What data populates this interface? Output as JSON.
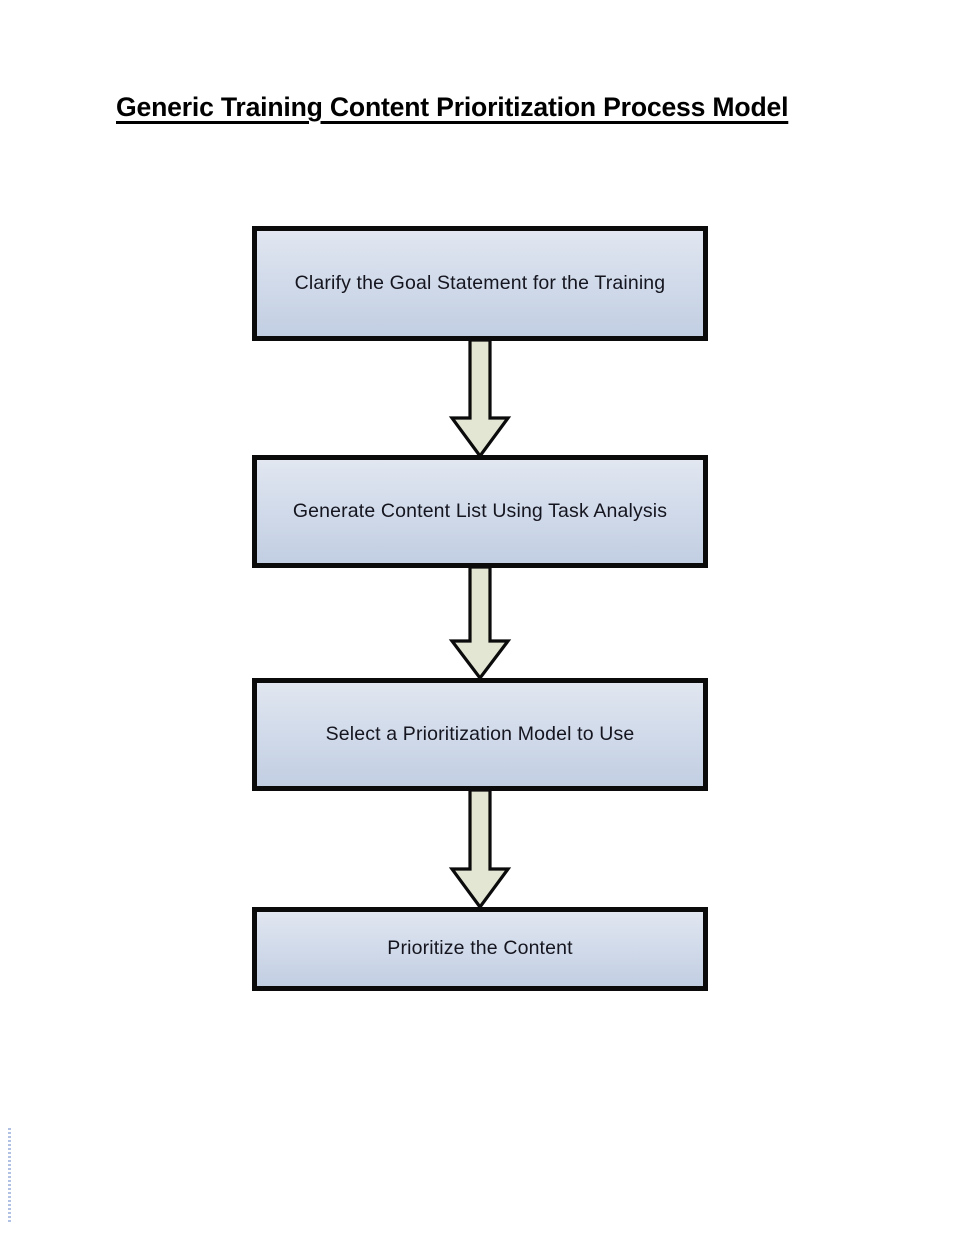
{
  "page": {
    "title": "Generic Training Content Prioritization Process Model",
    "background_color": "#ffffff"
  },
  "diagram": {
    "type": "flowchart",
    "orientation": "vertical",
    "node_fill_top_color": "#e2e7f0",
    "node_fill_bottom_color": "#c2cee2",
    "node_border_color": "#0b0b0b",
    "node_text_color": "#15151f",
    "arrow_fill_color": "#e4e6d4",
    "arrow_border_color": "#0b0b0b",
    "nodes": [
      {
        "id": "node-1",
        "step": 1,
        "label": "Clarify the Goal Statement for the Training"
      },
      {
        "id": "node-2",
        "step": 2,
        "label": "Generate Content List Using Task Analysis"
      },
      {
        "id": "node-3",
        "step": 3,
        "label": "Select a Prioritization Model to Use"
      },
      {
        "id": "node-4",
        "step": 4,
        "label": "Prioritize the Content"
      }
    ],
    "connectors": [
      {
        "id": "arrow-1",
        "from": "node-1",
        "to": "node-2",
        "shape": "down-arrow"
      },
      {
        "id": "arrow-2",
        "from": "node-2",
        "to": "node-3",
        "shape": "down-arrow"
      },
      {
        "id": "arrow-3",
        "from": "node-3",
        "to": "node-4",
        "shape": "down-arrow"
      }
    ]
  }
}
